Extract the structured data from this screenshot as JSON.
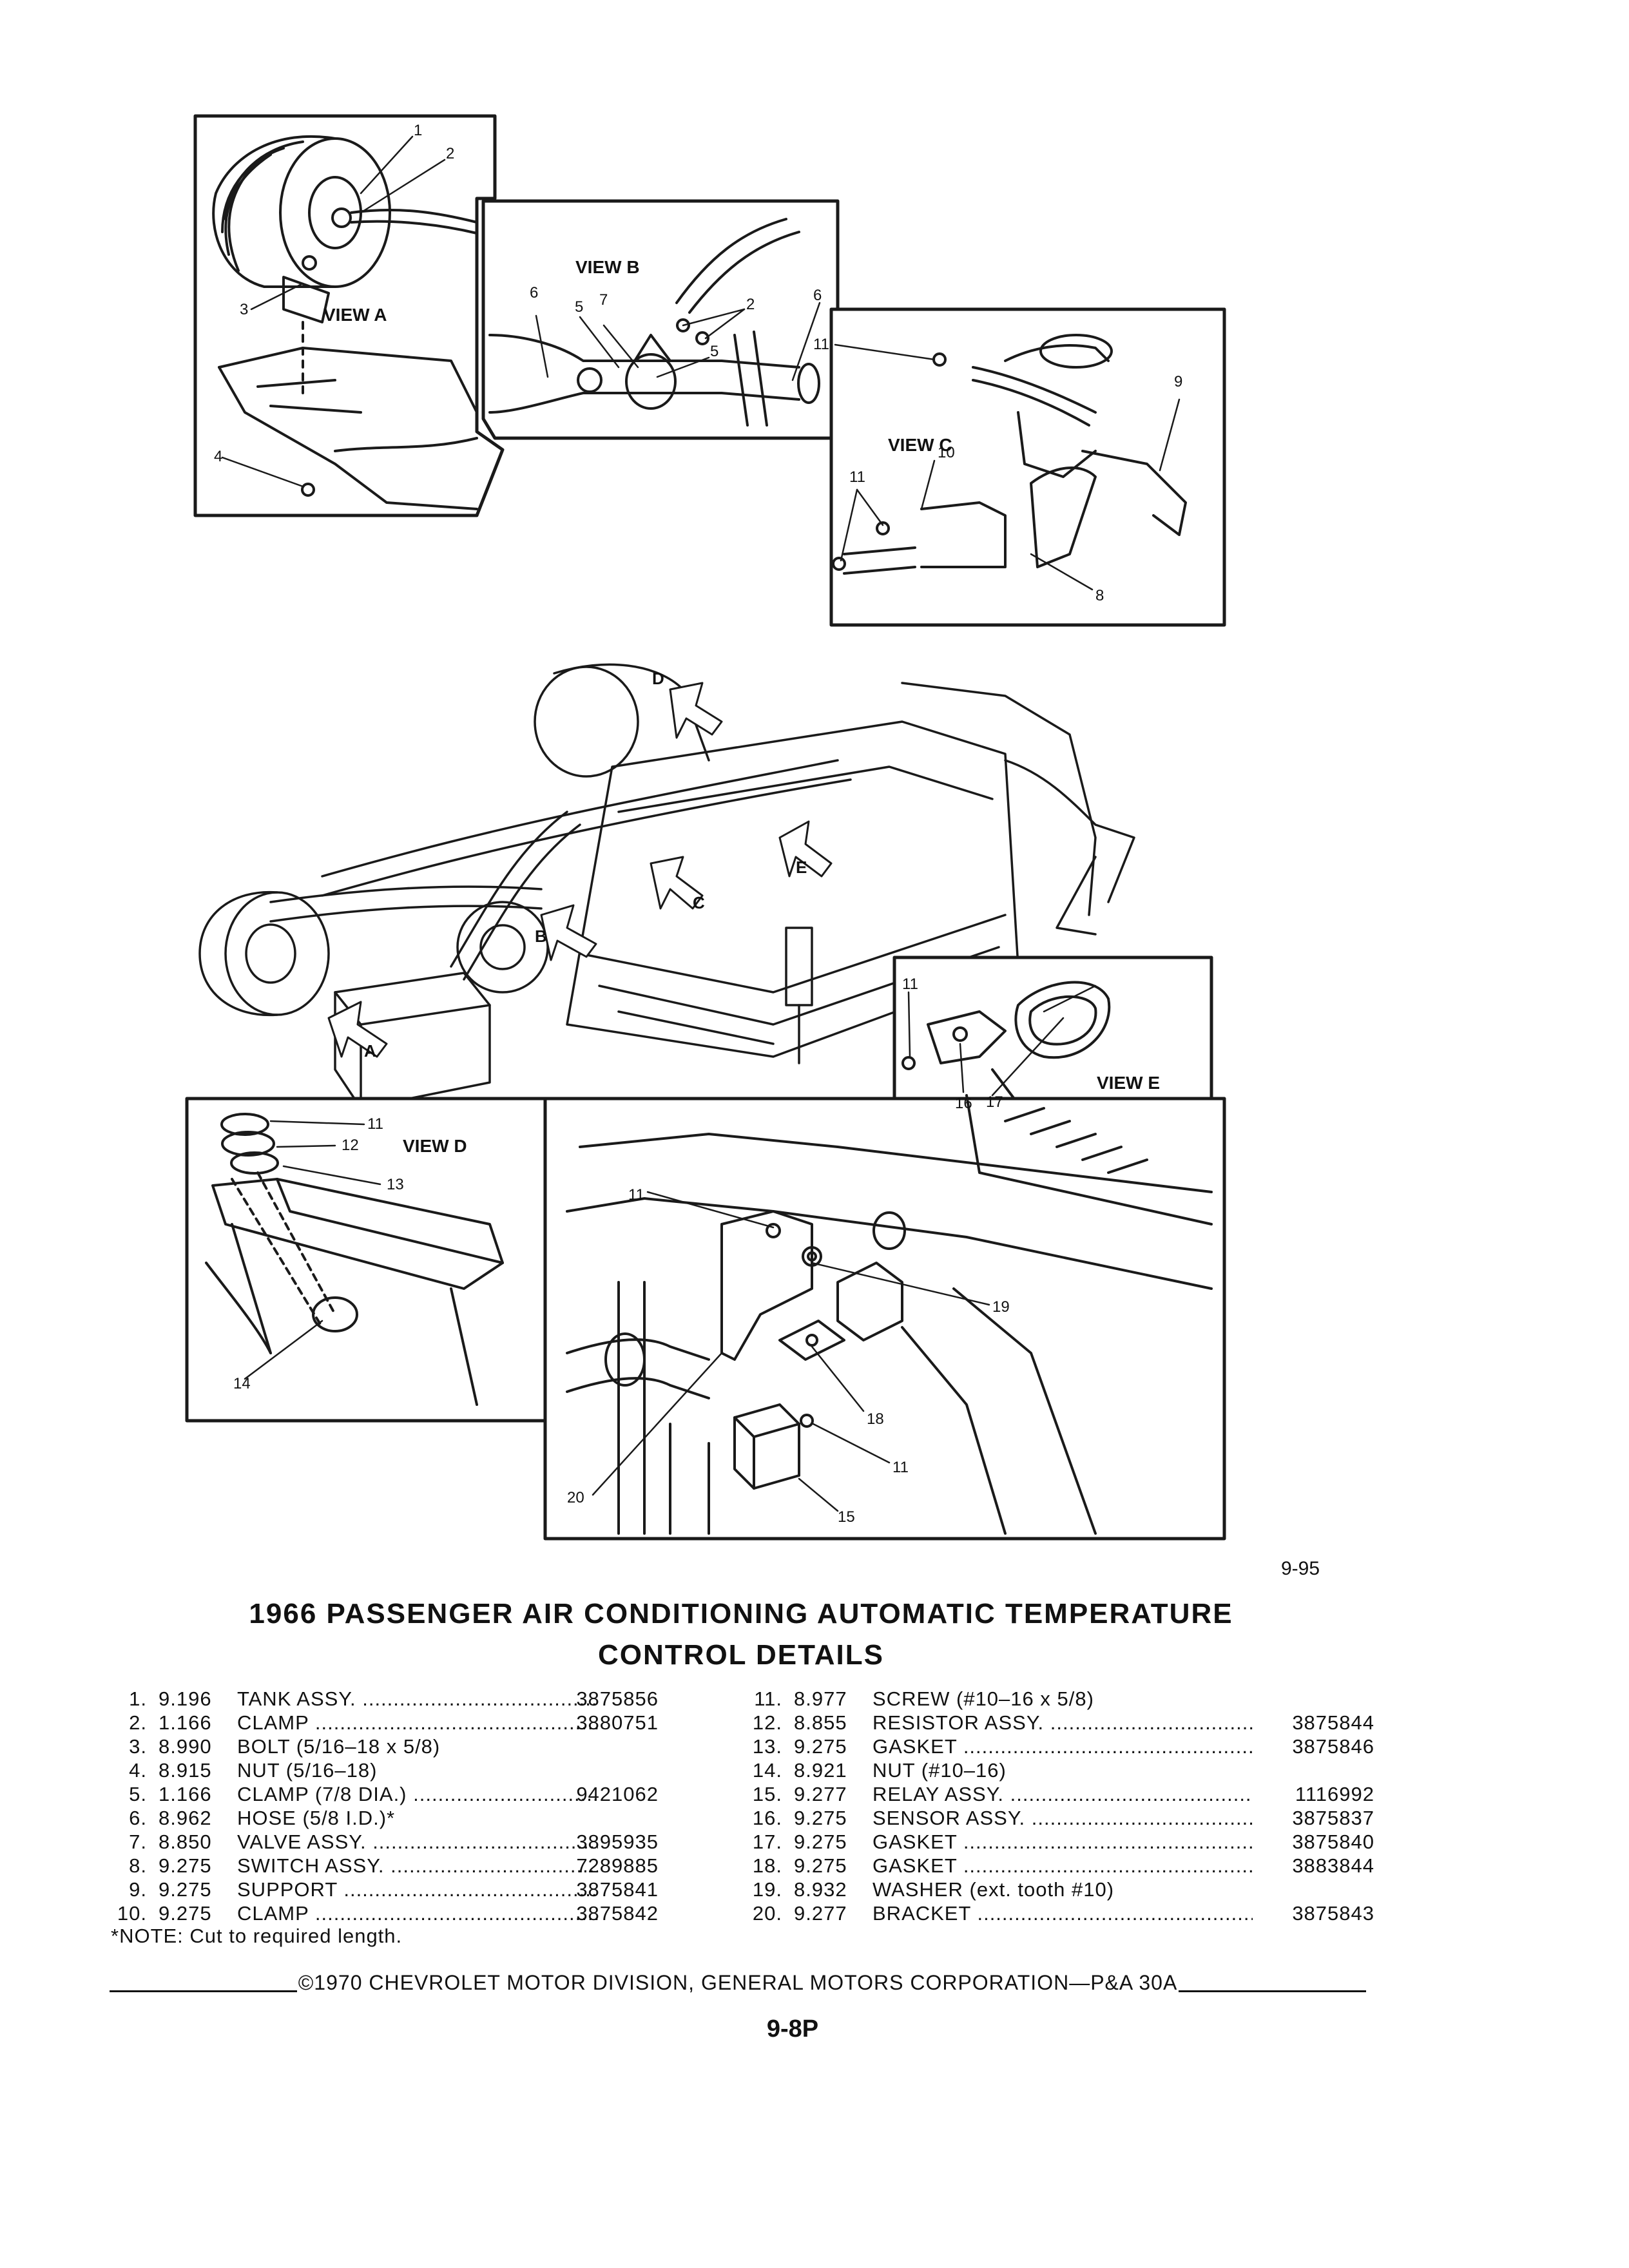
{
  "figure": {
    "number": "9-95",
    "view_labels": {
      "a": "VIEW A",
      "b": "VIEW B",
      "c": "VIEW C",
      "d": "VIEW D",
      "e": "VIEW E"
    },
    "arrow_letters": [
      "A",
      "B",
      "C",
      "D",
      "E"
    ],
    "callouts": [
      "1",
      "2",
      "3",
      "4",
      "5",
      "6",
      "7",
      "8",
      "9",
      "10",
      "11",
      "12",
      "13",
      "14",
      "15",
      "16",
      "17",
      "18",
      "19",
      "20"
    ]
  },
  "title": {
    "line1": "1966 PASSENGER AIR CONDITIONING AUTOMATIC TEMPERATURE",
    "line2": "CONTROL DETAILS"
  },
  "parts_left": [
    {
      "no": "1.",
      "code": "9.196",
      "name": "TANK ASSY.",
      "part": "3875856"
    },
    {
      "no": "2.",
      "code": "1.166",
      "name": "CLAMP",
      "part": "3880751"
    },
    {
      "no": "3.",
      "code": "8.990",
      "name": "BOLT (5/16–18 x 5/8)",
      "part": ""
    },
    {
      "no": "4.",
      "code": "8.915",
      "name": "NUT (5/16–18)",
      "part": ""
    },
    {
      "no": "5.",
      "code": "1.166",
      "name": "CLAMP (7/8 DIA.)",
      "part": "9421062"
    },
    {
      "no": "6.",
      "code": "8.962",
      "name": "HOSE (5/8 I.D.)*",
      "part": ""
    },
    {
      "no": "7.",
      "code": "8.850",
      "name": "VALVE ASSY.",
      "part": "3895935"
    },
    {
      "no": "8.",
      "code": "9.275",
      "name": "SWITCH ASSY.",
      "part": "7289885"
    },
    {
      "no": "9.",
      "code": "9.275",
      "name": "SUPPORT",
      "part": "3875841"
    },
    {
      "no": "10.",
      "code": "9.275",
      "name": "CLAMP",
      "part": "3875842"
    }
  ],
  "parts_right": [
    {
      "no": "11.",
      "code": "8.977",
      "name": "SCREW (#10–16 x 5/8)",
      "part": ""
    },
    {
      "no": "12.",
      "code": "8.855",
      "name": "RESISTOR ASSY.",
      "part": "3875844"
    },
    {
      "no": "13.",
      "code": "9.275",
      "name": "GASKET",
      "part": "3875846"
    },
    {
      "no": "14.",
      "code": "8.921",
      "name": "NUT (#10–16)",
      "part": ""
    },
    {
      "no": "15.",
      "code": "9.277",
      "name": "RELAY ASSY.",
      "part": "1116992"
    },
    {
      "no": "16.",
      "code": "9.275",
      "name": "SENSOR ASSY.",
      "part": "3875837"
    },
    {
      "no": "17.",
      "code": "9.275",
      "name": "GASKET",
      "part": "3875840"
    },
    {
      "no": "18.",
      "code": "9.275",
      "name": "GASKET",
      "part": "3883844"
    },
    {
      "no": "19.",
      "code": "8.932",
      "name": "WASHER (ext. tooth #10)",
      "part": ""
    },
    {
      "no": "20.",
      "code": "9.277",
      "name": "BRACKET",
      "part": "3875843"
    }
  ],
  "note": "*NOTE: Cut to required length.",
  "copyright": "©1970 CHEVROLET MOTOR DIVISION, GENERAL MOTORS CORPORATION—P&A 30A",
  "page_number": "9-8P"
}
